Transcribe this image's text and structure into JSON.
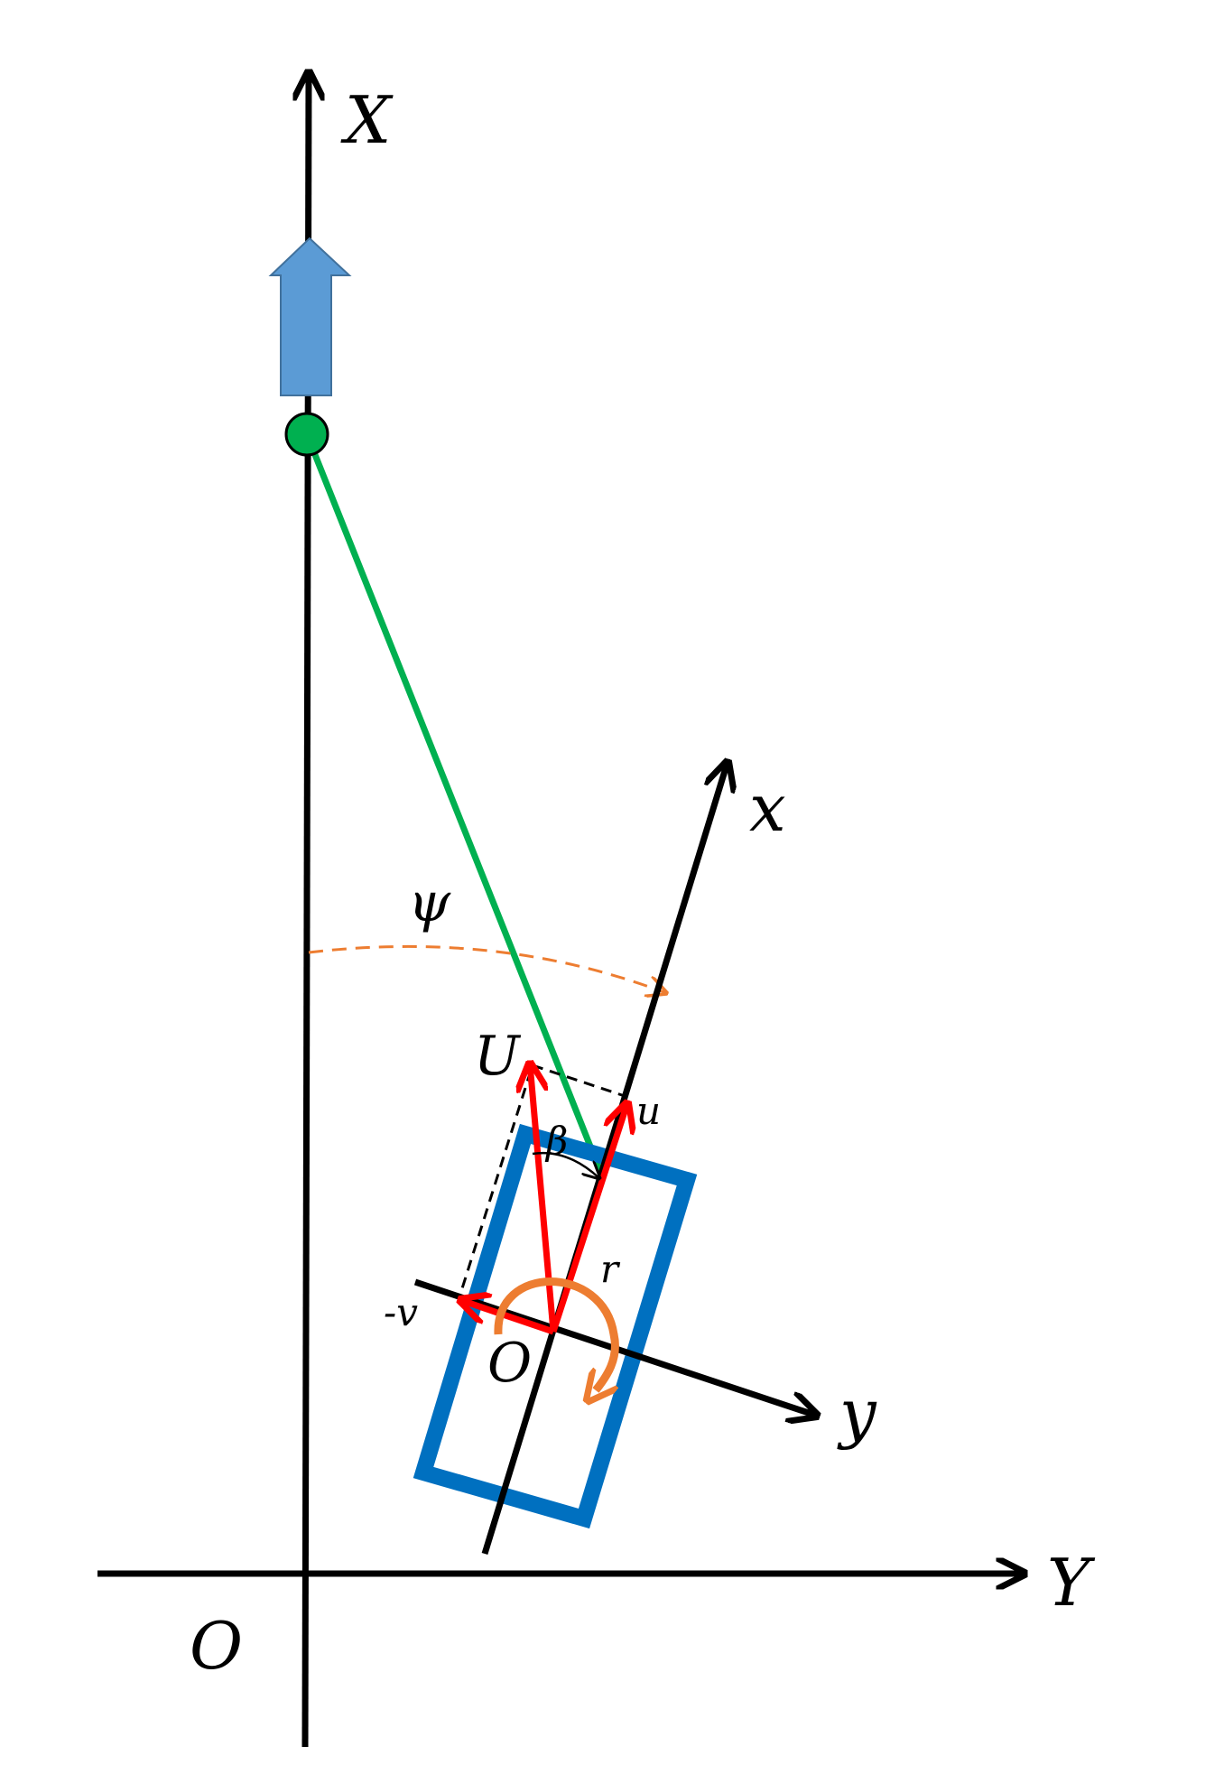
{
  "labels": {
    "global_x_axis": "X",
    "global_y_axis": "Y",
    "global_origin": "O",
    "body_x_axis": "x",
    "body_y_axis": "y",
    "body_origin": "O",
    "heading_angle": "ψ",
    "drift_angle": "β",
    "total_velocity": "U",
    "surge_velocity": "u",
    "sway_velocity": "-v",
    "yaw_rate": "r"
  },
  "colors": {
    "axes": "#000000",
    "vessel_outline": "#0070C0",
    "velocity_vectors": "#FF0000",
    "line_of_sight": "#00B050",
    "target_point": "#00B050",
    "target_direction_arrow": "#5B9BD5",
    "heading_angle_arc": "#ED7D31",
    "yaw_rate_arc": "#ED7D31"
  },
  "icons": {
    "target_direction": "up-block-arrow-icon",
    "target_point": "circle-dot-icon"
  }
}
